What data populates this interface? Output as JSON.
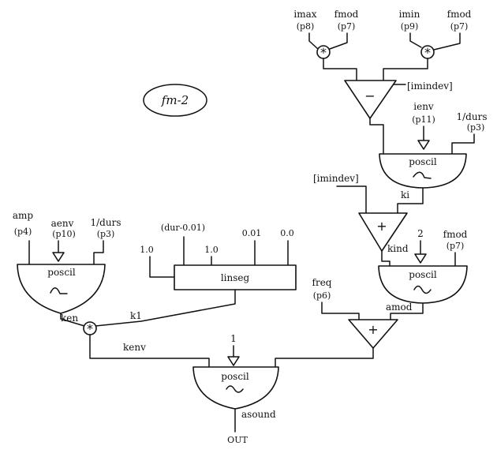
{
  "title": "fm-2",
  "inputs": {
    "imax": "imax",
    "imax_p": "(p8)",
    "fmod1": "fmod",
    "fmod1_p": "(p7)",
    "imin": "imin",
    "imin_p": "(p9)",
    "fmod2": "fmod",
    "fmod2_p": "(p7)",
    "ienv": "ienv",
    "ienv_p": "(p11)",
    "durs_top": "1/durs",
    "durs_top_p": "(p3)",
    "amp": "amp",
    "amp_p": "(p4)",
    "aenv": "aenv",
    "aenv_p": "(p10)",
    "durs_left": "1/durs",
    "durs_left_p": "(p3)",
    "two": "2",
    "fmod3": "fmod",
    "fmod3_p": "(p7)",
    "freq": "freq",
    "freq_p": "(p6)",
    "one": "1"
  },
  "linseg_args": {
    "a": "1.0",
    "b": "(dur-0.01)",
    "c": "1.0",
    "d": "0.01",
    "e": "0.0"
  },
  "modules": {
    "minus": "−",
    "plus_top": "+",
    "plus_bottom": "+",
    "mult": "*",
    "poscil_top": "poscil",
    "poscil_mid": "poscil",
    "poscil_left": "poscil",
    "poscil_out": "poscil",
    "linseg": "linseg"
  },
  "signals": {
    "imindev_top": "[imindev]",
    "imindev_left": "[imindev]",
    "ki": "ki",
    "kind": "kind",
    "amod": "amod",
    "ken": "ken",
    "k1": "k1",
    "kenv": "kenv",
    "asound": "asound",
    "out": "OUT"
  }
}
